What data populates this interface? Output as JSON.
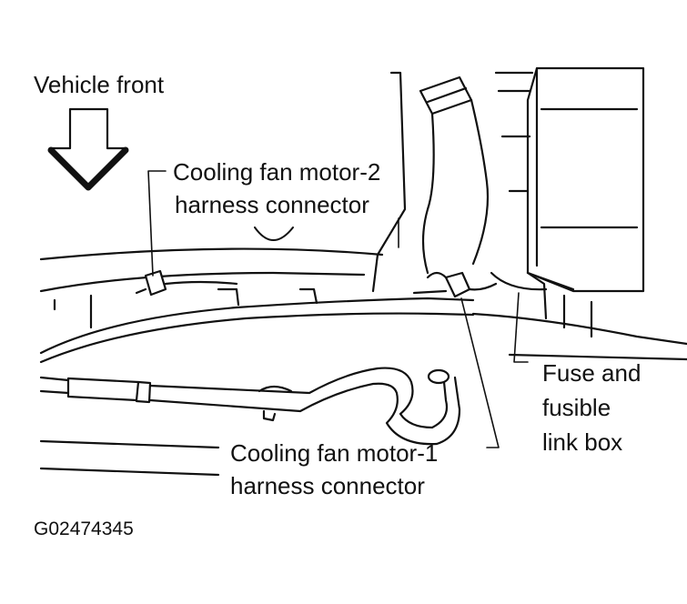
{
  "labels": {
    "vehicle_front": "Vehicle front",
    "fan2_line1": "Cooling fan motor-2",
    "fan2_line2": "harness connector",
    "fan1_line1": "Cooling fan motor-1",
    "fan1_line2": "harness connector",
    "fuse_line1": "Fuse and",
    "fuse_line2": "fusible",
    "fuse_line3": "link box",
    "figure_code": "G02474345"
  },
  "colors": {
    "ink": "#111111",
    "background": "#ffffff"
  },
  "icons": {
    "front_arrow": "arrow-down-icon"
  }
}
